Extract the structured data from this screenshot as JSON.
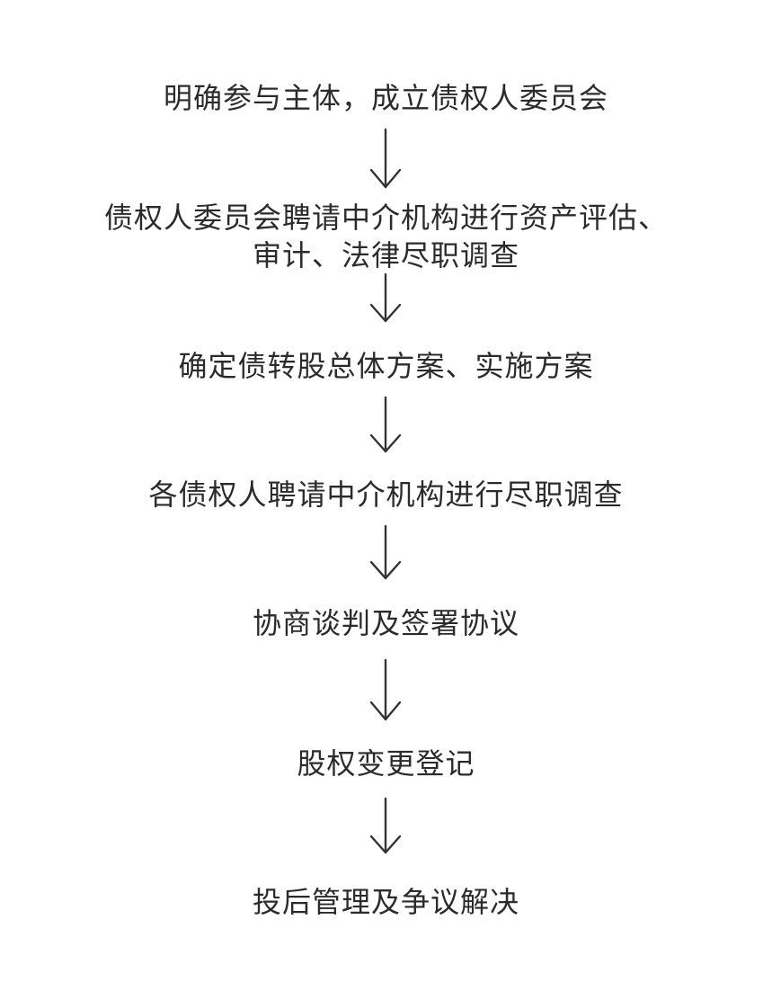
{
  "flowchart": {
    "steps": [
      {
        "lines": [
          "明确参与主体，成立债权人委员会"
        ]
      },
      {
        "lines": [
          "债权人委员会聘请中介机构进行资产评估、",
          "审计、法律尽职调查"
        ]
      },
      {
        "lines": [
          "确定债转股总体方案、实施方案"
        ]
      },
      {
        "lines": [
          "各债权人聘请中介机构进行尽职调查"
        ]
      },
      {
        "lines": [
          "协商谈判及签署协议"
        ]
      },
      {
        "lines": [
          "股权变更登记"
        ]
      },
      {
        "lines": [
          "投后管理及争议解决"
        ]
      }
    ],
    "arrow_icon": "down-arrow-icon"
  }
}
